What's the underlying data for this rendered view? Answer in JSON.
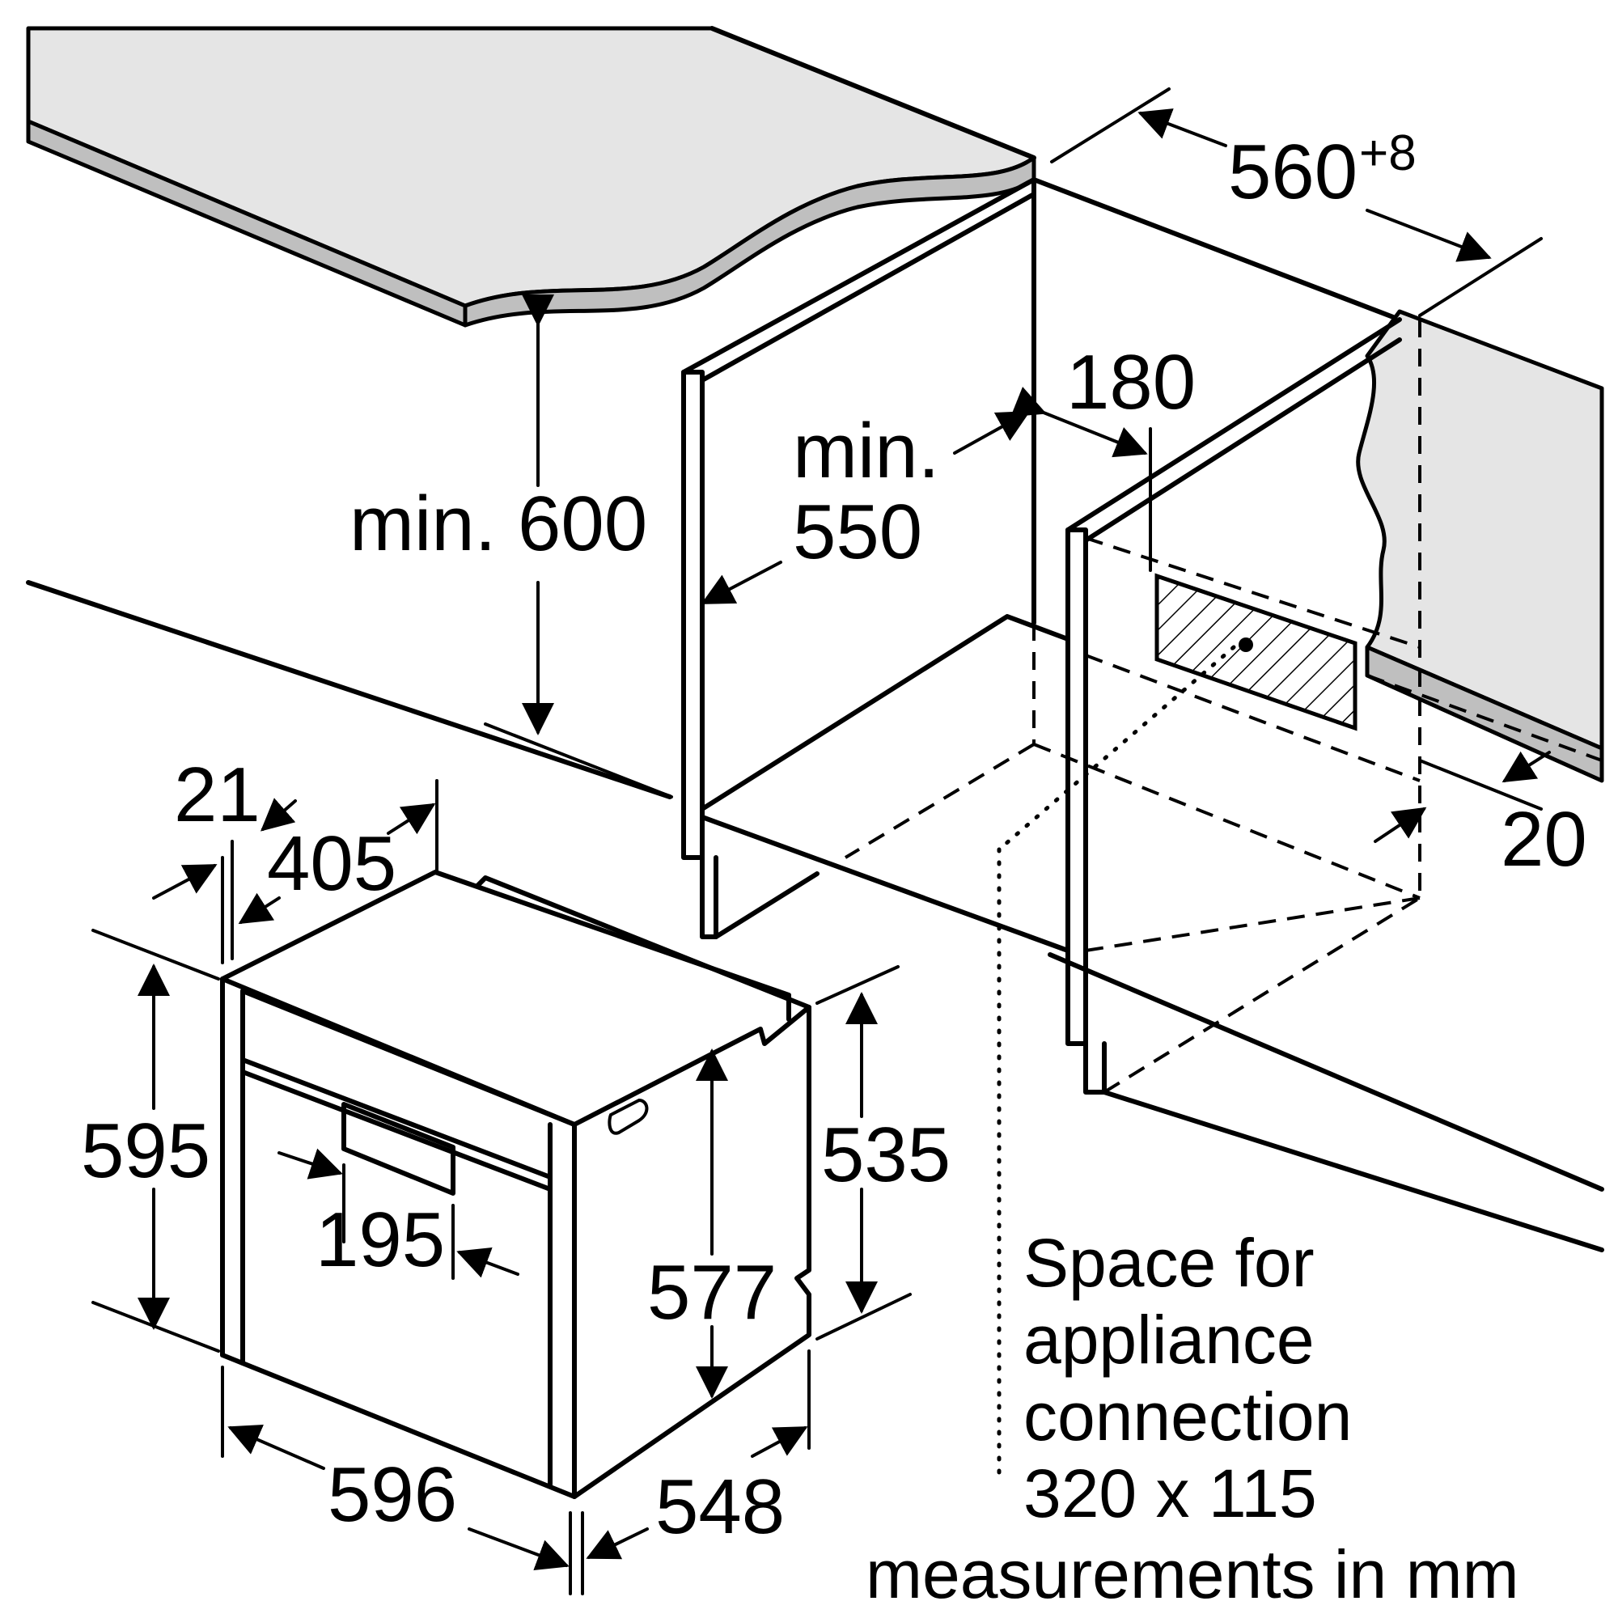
{
  "dimensions": {
    "niche_height": "min. 600",
    "niche_depth_line1": "min.",
    "niche_depth_line2": "550",
    "rear_gap": "180",
    "niche_width": "560",
    "niche_width_tolerance": "+8",
    "side_gap": "20",
    "front_offset": "21",
    "top_depth": "405",
    "front_height": "595",
    "handle_width": "195",
    "body_height_inner": "577",
    "body_height": "535",
    "front_width": "596",
    "body_depth": "548"
  },
  "notes": {
    "space_line1": "Space for",
    "space_line2": "appliance",
    "space_line3": "connection",
    "space_line4": "320 x 115",
    "units": "measurements in mm"
  },
  "colors": {
    "countertop": "#e5e5e5",
    "countertop_edge": "#bfbfbf",
    "line": "#000000"
  }
}
